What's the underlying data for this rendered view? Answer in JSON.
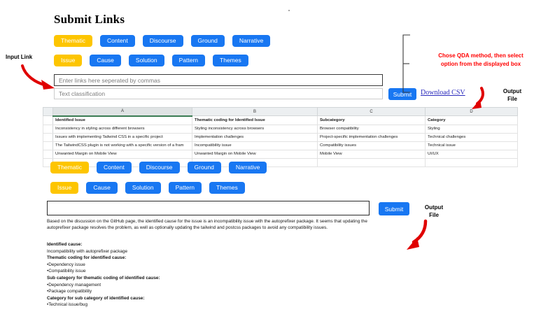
{
  "page": {
    "title": "Submit Links"
  },
  "qda_methods_row1": [
    {
      "label": "Thematic",
      "selected": true
    },
    {
      "label": "Content",
      "selected": false
    },
    {
      "label": "Discourse",
      "selected": false
    },
    {
      "label": "Ground",
      "selected": false
    },
    {
      "label": "Narrative",
      "selected": false
    }
  ],
  "qda_options_row2": [
    {
      "label": "Issue",
      "selected": true
    },
    {
      "label": "Cause",
      "selected": false
    },
    {
      "label": "Solution",
      "selected": false
    },
    {
      "label": "Pattern",
      "selected": false
    },
    {
      "label": "Themes",
      "selected": false
    }
  ],
  "inputs": {
    "links_placeholder": "Enter links here seperated by commas",
    "links_value": "",
    "classification_placeholder": "Text classification",
    "classification_value": "",
    "answer_value": ""
  },
  "actions": {
    "submit_top": "Submit",
    "submit_bottom": "Submit",
    "download_csv": "Download CSV"
  },
  "spreadsheet": {
    "column_letters": [
      "A",
      "B",
      "C",
      "D"
    ],
    "active_column": "A",
    "headers": [
      "Identified Issue",
      "Thematic coding for Identified Issue",
      "Subcategory",
      "Category"
    ],
    "rows": [
      [
        "Inconsistency in styling across different browsers",
        "Styling inconsistency across browsers",
        "Browser compatibility",
        "Styling"
      ],
      [
        "Issues with implementing Tailwind CSS in a specific project",
        "Implementation challenges",
        "Project-specific implementation challenges",
        "Technical challenges"
      ],
      [
        "The TailwindCSS plugin is not working with a specific version of a fram",
        "Incompatibility issue",
        "Compatibility issues",
        "Technical issue"
      ],
      [
        "Unwanted Margin on Mobile View",
        "Unwanted Margin on Mobile View",
        "Mobile View",
        "UI/UX"
      ]
    ]
  },
  "result": {
    "paragraph": "Based on the discussion on the GitHub page, the identified cause for the issue is an incompatibility issue with the autoprefixer package. It seems that updating the autoprefixer package resolves the problem, as well as optionally updating the tailwind and postcss packages to avoid any compatibility issues.",
    "sections": [
      {
        "heading": "Identified cause:",
        "items": [
          "Incompatibility with autoprefixer package"
        ],
        "bulleted": false
      },
      {
        "heading": "Thematic coding for identified cause:",
        "items": [
          "Dependency issue",
          "Compatibility issue"
        ],
        "bulleted": true
      },
      {
        "heading": "Sub category for thematic coding of identified cause:",
        "items": [
          "Dependency management",
          "Package compatibility"
        ],
        "bulleted": true
      },
      {
        "heading": "Category for sub category of identified cause:",
        "items": [
          "Technical issue/bug"
        ],
        "bulleted": true
      }
    ]
  },
  "annotations": {
    "input_link": "Input Link",
    "qda_note_line1": "Chose QDA method, then select",
    "qda_note_line2": "option from the displayed box",
    "output_file_top_line1": "Output",
    "output_file_top_line2": "File",
    "output_file_bottom_line1": "Output",
    "output_file_bottom_line2": "File"
  },
  "colors": {
    "primary_blue": "#1877f2",
    "selected_yellow": "#fdc500",
    "annotation_red": "#ff0000",
    "link_blue": "#2b2bbd"
  }
}
